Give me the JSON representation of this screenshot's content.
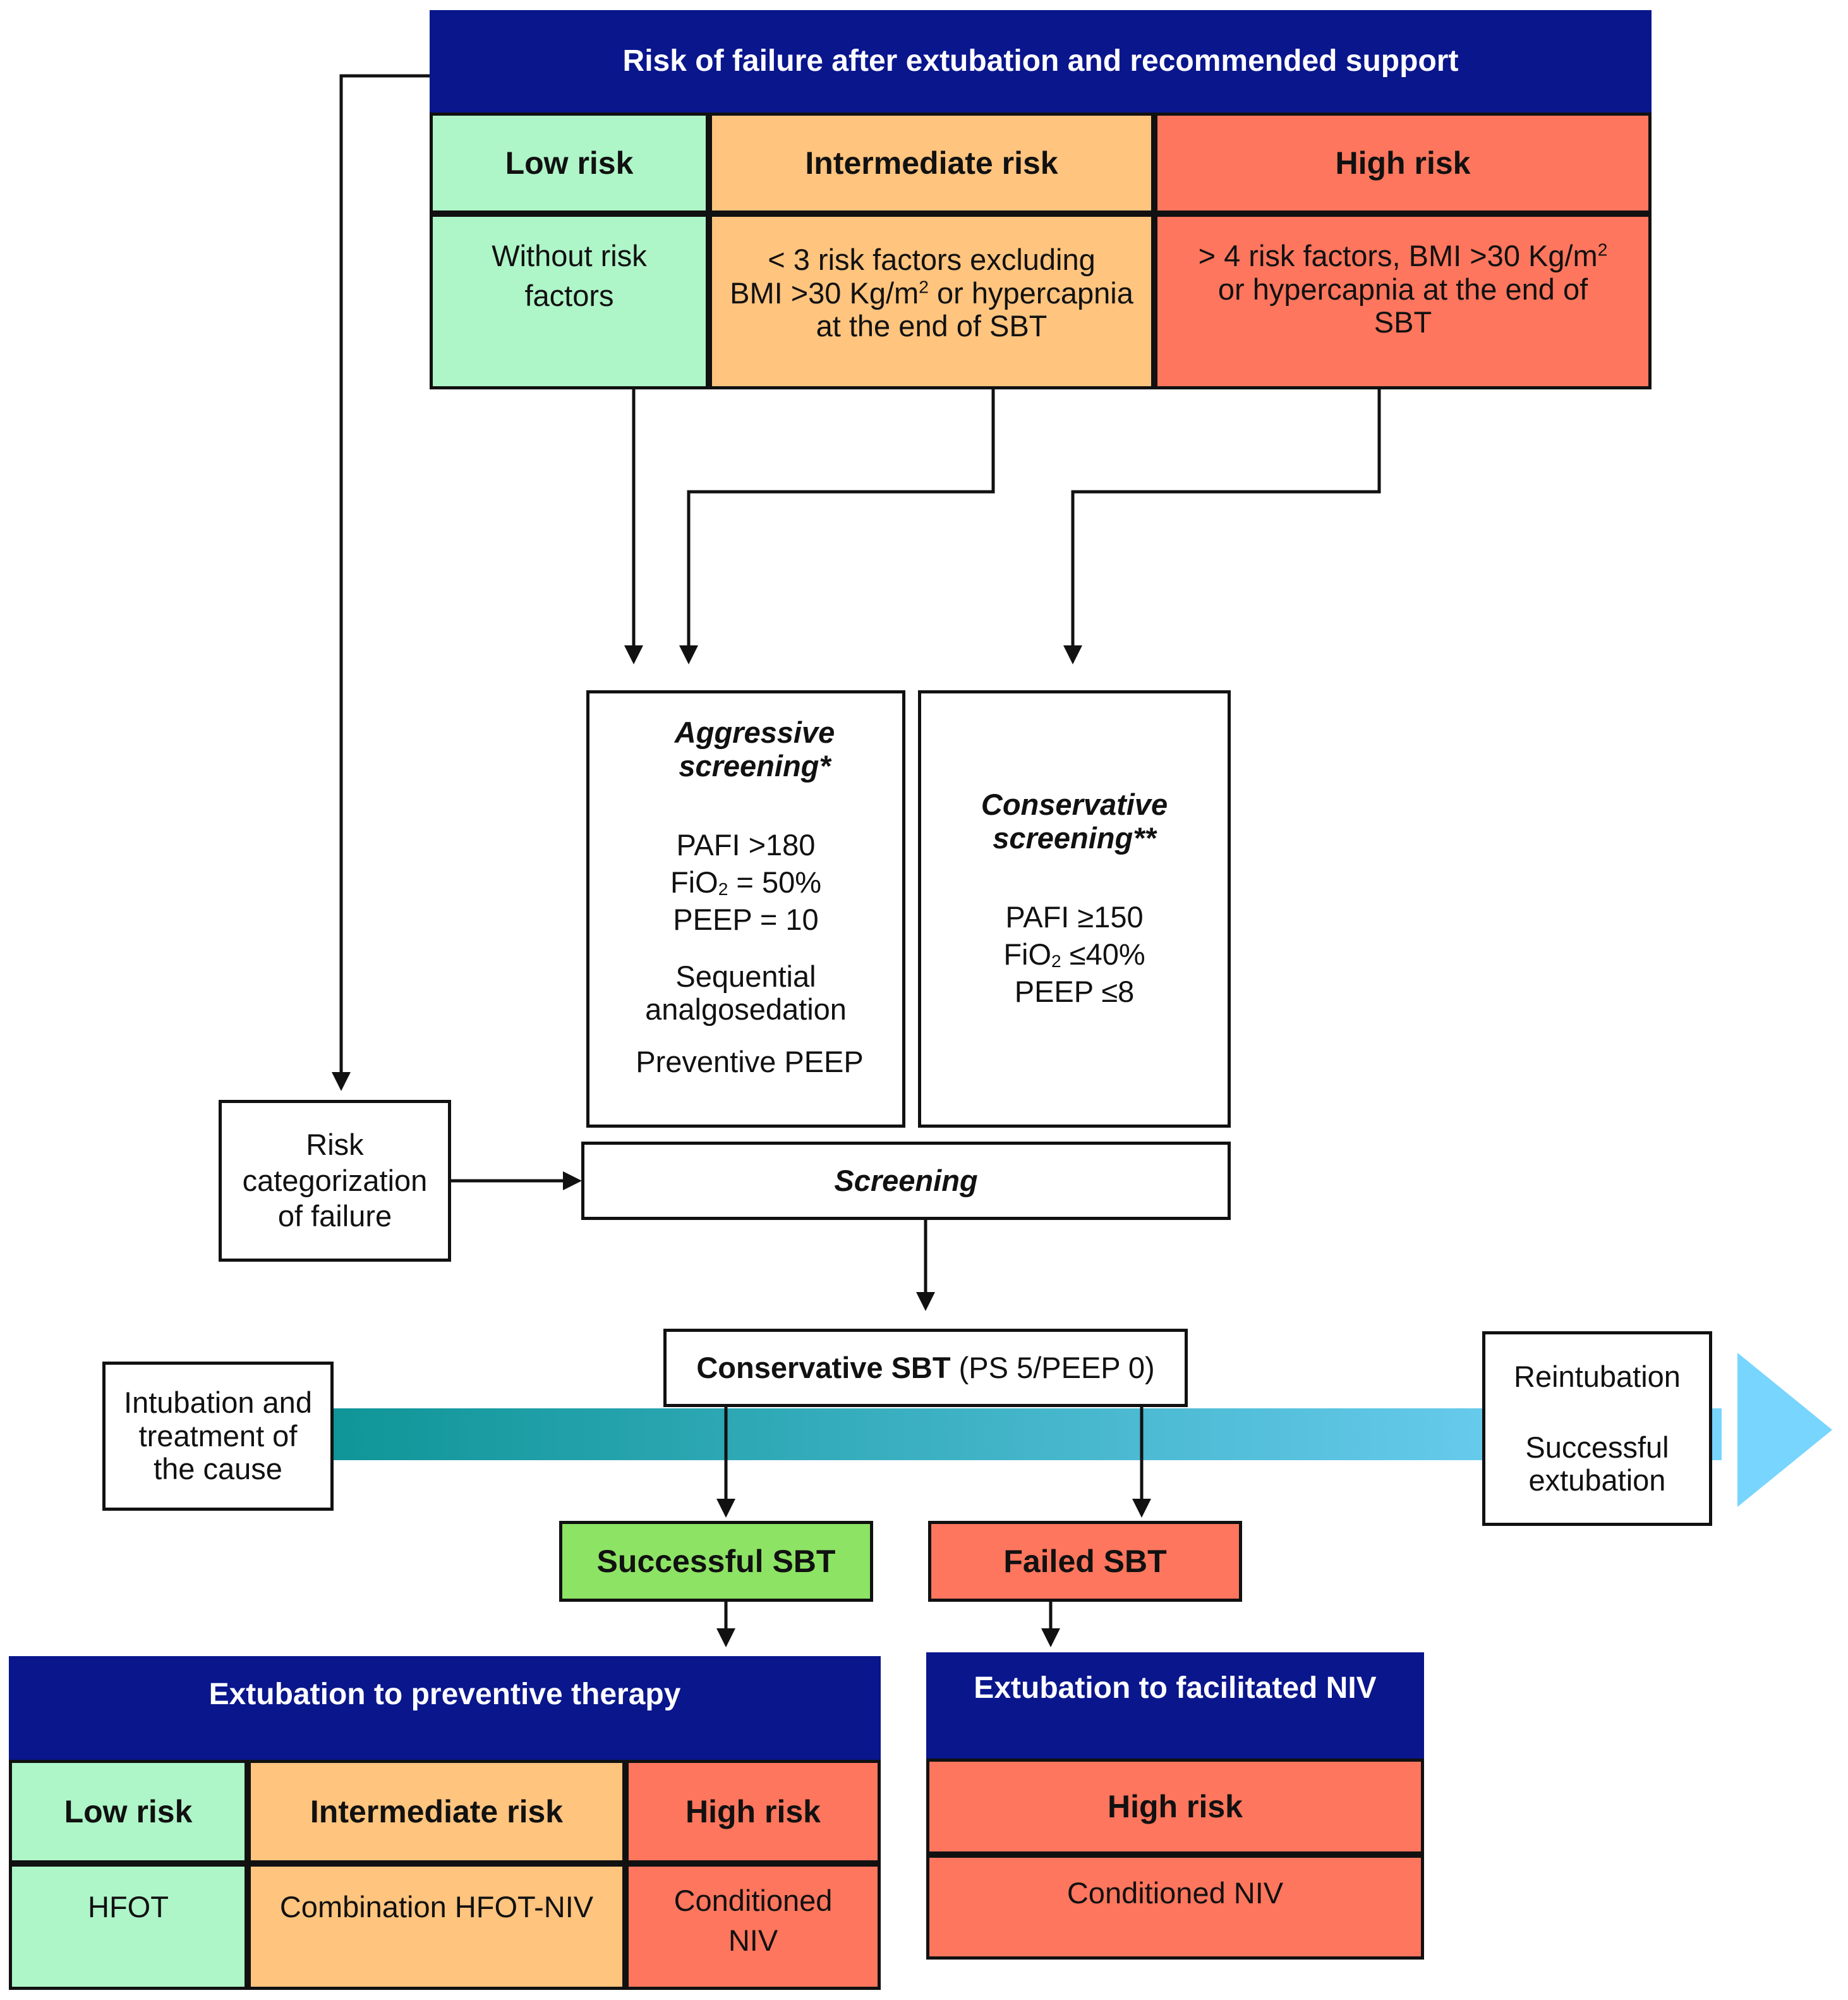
{
  "top": {
    "title": "Risk of failure after extubation and recommended support",
    "low": {
      "label": "Low risk",
      "desc_line1": "Without risk",
      "desc_line2": "factors"
    },
    "intermediate": {
      "label": "Intermediate risk",
      "desc_line1": "< 3 risk factors excluding",
      "desc_line2a": "BMI >30 Kg/m",
      "desc_sup": "2",
      "desc_line2b": " or hypercapnia",
      "desc_line3": "at the end of SBT"
    },
    "high": {
      "label": "High risk",
      "desc_line1a": "> 4 risk factors, BMI >30 Kg/m",
      "desc_sup": "2",
      "desc_line2": "or hypercapnia at the end of",
      "desc_line3": "SBT"
    }
  },
  "aggressive": {
    "title_line1": "Aggressive",
    "title_line2": "screening*",
    "pafi": "PAFI >180",
    "fio2_a": "FiO",
    "fio2_sub": "2",
    "fio2_b": " = 50%",
    "peep": "PEEP = 10",
    "seq_line1": "Sequential",
    "seq_line2": "analgosedation",
    "preventive": "Preventive PEEP"
  },
  "conservative": {
    "title_line1": "Conservative",
    "title_line2": "screening**",
    "pafi": "PAFI ≥150",
    "fio2_a": "FiO",
    "fio2_sub": "2",
    "fio2_b": " ≤40%",
    "peep": "PEEP ≤8"
  },
  "risk_cat": {
    "line1": "Risk",
    "line2": "categorization",
    "line3": "of failure"
  },
  "screening": "Screening",
  "sbt": {
    "bold": "Conservative SBT",
    "rest": " (PS 5/PEEP 0)"
  },
  "intubation": {
    "line1": "Intubation and",
    "line2": "treatment of",
    "line3": "the cause"
  },
  "outcome": {
    "reintubation": "Reintubation",
    "success_line1": "Successful",
    "success_line2": "extubation"
  },
  "successful_sbt": "Successful SBT",
  "failed_sbt": "Failed SBT",
  "preventive": {
    "title": "Extubation to preventive therapy",
    "low": "Low risk",
    "intermediate": "Intermediate risk",
    "high": "High risk",
    "low_therapy": "HFOT",
    "intermediate_therapy": "Combination HFOT-NIV",
    "high_therapy_line1": "Conditioned",
    "high_therapy_line2": "NIV"
  },
  "facilitated": {
    "title": "Extubation to facilitated NIV",
    "high": "High risk",
    "therapy": "Conditioned NIV"
  },
  "colors": {
    "navy": "#0a168c",
    "low_green": "#aef5c8",
    "intermediate_orange": "#ffc47e",
    "high_red": "#fe765d",
    "success_green": "#8de364",
    "timeline_start": "#0f9597",
    "timeline_end": "#78d5fd"
  }
}
